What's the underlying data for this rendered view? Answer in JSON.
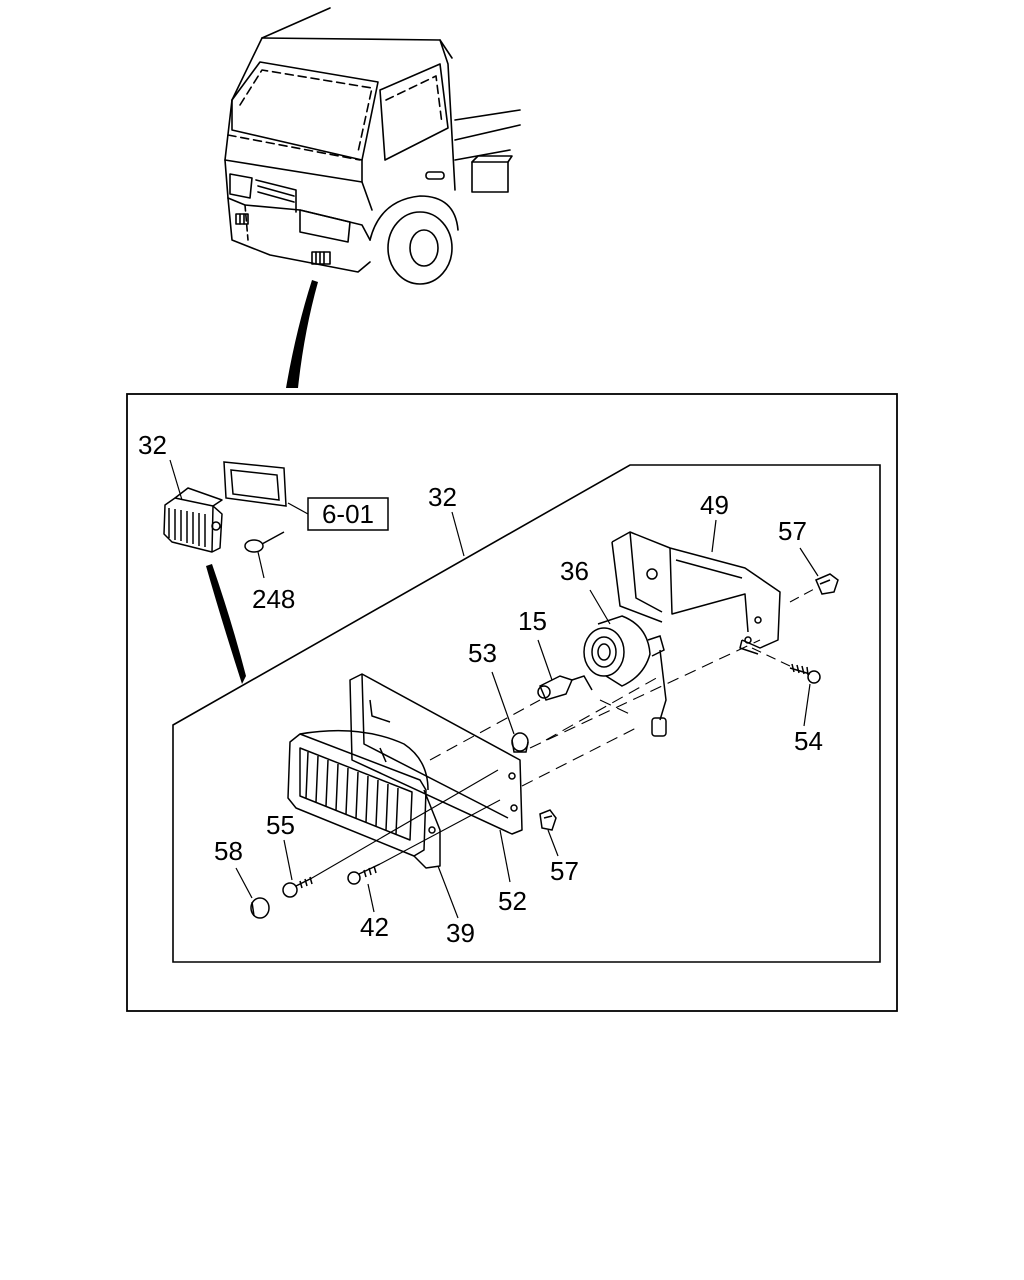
{
  "diagram": {
    "reference_box": "6-01",
    "callouts": {
      "c32_outer": "32",
      "c32_inner": "32",
      "c248": "248",
      "c49": "49",
      "c57_top": "57",
      "c36": "36",
      "c15": "15",
      "c53": "53",
      "c54": "54",
      "c55": "55",
      "c58": "58",
      "c42": "42",
      "c39": "39",
      "c52": "52",
      "c57_bottom": "57"
    }
  },
  "colors": {
    "line": "#000000",
    "background": "#ffffff"
  }
}
